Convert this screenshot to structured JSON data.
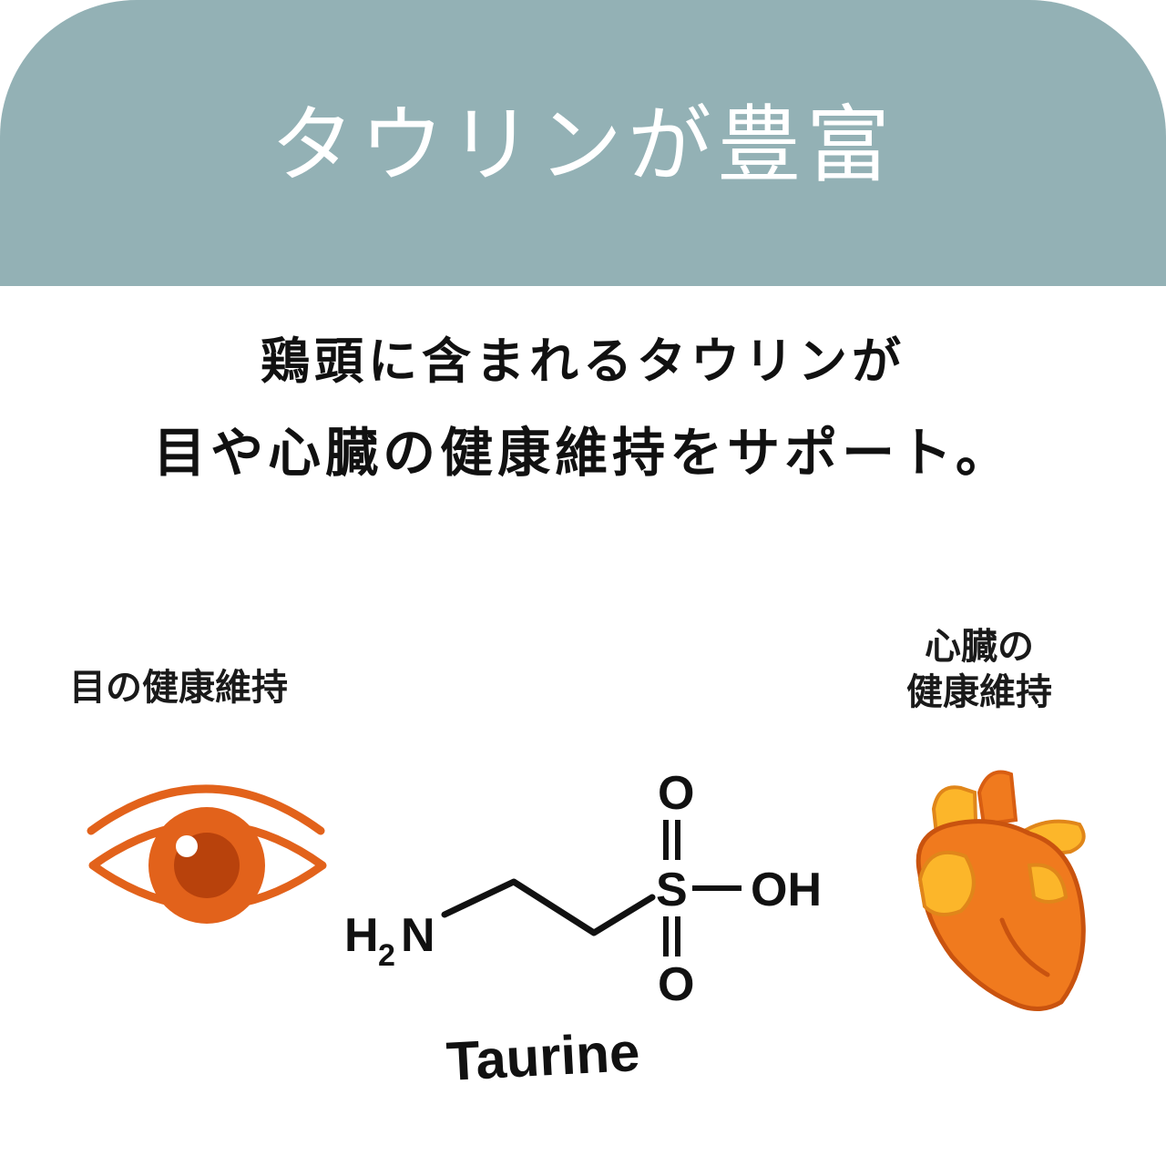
{
  "header": {
    "title": "タウリンが豊富"
  },
  "lead": {
    "line1": "鶏頭に含まれるタウリンが",
    "line2": "目や心臓の健康維持をサポート。"
  },
  "eye": {
    "label": "目の健康維持",
    "icon": "eye-icon"
  },
  "heart": {
    "label_line1": "心臓の",
    "label_line2": "健康維持",
    "icon": "heart-icon"
  },
  "molecule": {
    "name": "Taurine",
    "amine_h": "H",
    "amine_sub": "2",
    "amine_n": "N",
    "sulfur": "S",
    "oxygen_top": "O",
    "oxygen_bottom": "O",
    "hydroxyl": "OH"
  },
  "colors": {
    "header_bg": "#93b1b5",
    "header_text": "#ffffff",
    "eye_orange": "#e2621b",
    "heart_orange": "#f07a1e",
    "heart_yellow": "#fcb62a"
  }
}
